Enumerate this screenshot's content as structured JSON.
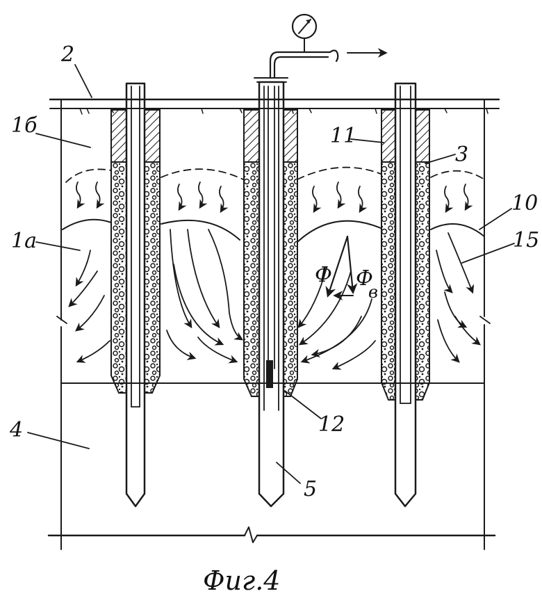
{
  "figure": {
    "caption": "Фиг.4"
  },
  "labels": {
    "l2": "2",
    "l1b": "1б",
    "l1a": "1а",
    "l4": "4",
    "l11": "11",
    "l3": "3",
    "l10": "10",
    "l15": "15",
    "l12": "12",
    "l5": "5",
    "phi": "Ф",
    "phi_v": "Ф",
    "phi_v_sub": "в"
  },
  "colors": {
    "ink": "#1a1a1a",
    "paper": "#ffffff"
  }
}
